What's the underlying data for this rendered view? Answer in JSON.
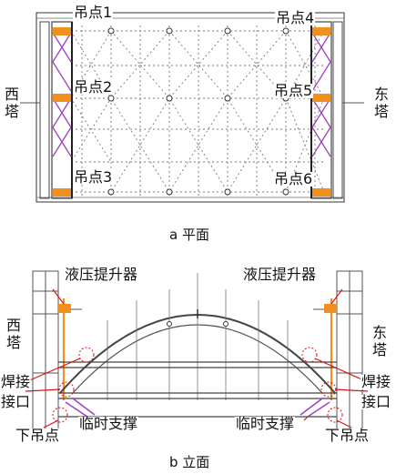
{
  "plan": {
    "hoist_points": [
      "吊点1",
      "吊点2",
      "吊点3",
      "吊点4",
      "吊点5",
      "吊点6"
    ],
    "west_tower": "西塔",
    "east_tower": "东塔",
    "caption": "a  平面"
  },
  "elevation": {
    "hydraulic_lifter_left": "液压提升器",
    "hydraulic_lifter_right": "液压提升器",
    "west_tower": "西塔",
    "east_tower": "东塔",
    "weld_joint_left_1": "焊接",
    "weld_joint_left_2": "接口",
    "weld_joint_right_1": "焊接",
    "weld_joint_right_2": "接口",
    "temp_support_left": "临时支撑",
    "temp_support_right": "临时支撑",
    "lower_point_left": "下吊点",
    "lower_point_right": "下吊点",
    "caption": "b  立面"
  },
  "colors": {
    "lifter": "#f0901e",
    "brace": "#a040c0",
    "leader": "#e01010",
    "steel": "#555555"
  }
}
